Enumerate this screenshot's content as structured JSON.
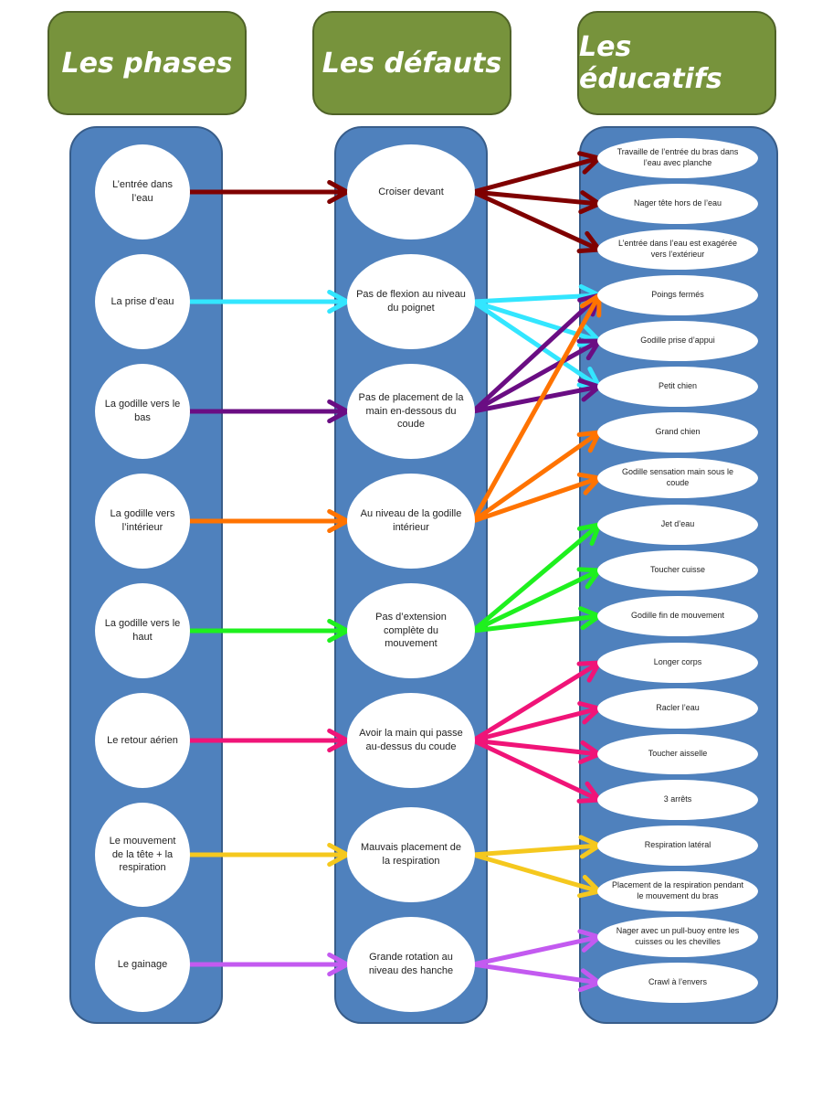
{
  "headers": {
    "phases": "Les phases",
    "defauts": "Les défauts",
    "educatifs": "Les éducatifs"
  },
  "phases": [
    {
      "label": "L’entrée dans l’eau",
      "color": "#7f0000"
    },
    {
      "label": "La prise d’eau",
      "color": "#33e6ff"
    },
    {
      "label": "La godille vers le bas",
      "color": "#6a0d83"
    },
    {
      "label": "La godille vers l’intérieur",
      "color": "#ff7300"
    },
    {
      "label": "La godille vers le haut",
      "color": "#1ef01e"
    },
    {
      "label": "Le retour aérien",
      "color": "#f01478"
    },
    {
      "label": "Le mouvement de la tête + la respiration",
      "color": "#f5c81e"
    },
    {
      "label": "Le gainage",
      "color": "#c35af0"
    }
  ],
  "defauts": [
    {
      "label": "Croiser devant",
      "targets": [
        0,
        1,
        2
      ]
    },
    {
      "label": "Pas de flexion au niveau du poignet",
      "targets": [
        3,
        4,
        5
      ]
    },
    {
      "label": "Pas de placement de la main en-dessous du coude",
      "targets": [
        3,
        4,
        5
      ]
    },
    {
      "label": "Au niveau de la godille intérieur",
      "targets": [
        3,
        6,
        7
      ]
    },
    {
      "label": "Pas d’extension complète du mouvement",
      "targets": [
        8,
        9,
        10
      ]
    },
    {
      "label": "Avoir la main qui passe au-dessus du coude",
      "targets": [
        11,
        12,
        13,
        14
      ]
    },
    {
      "label": "Mauvais placement de la respiration",
      "targets": [
        15,
        16
      ]
    },
    {
      "label": "Grande rotation au niveau des hanche",
      "targets": [
        17,
        18
      ]
    }
  ],
  "educatifs": [
    "Travaille de l’entrée du bras dans l’eau avec planche",
    "Nager tête hors de l’eau",
    "L’entrée dans l’eau est exagérée vers l’extérieur",
    "Poings fermés",
    "Godille prise d’appui",
    "Petit chien",
    "Grand chien",
    "Godille sensation main sous le coude",
    "Jet d’eau",
    "Toucher cuisse",
    "Godille fin de mouvement",
    "Longer corps",
    "Racler l’eau",
    "Toucher aisselle",
    "3 arrêts",
    "Respiration latéral",
    "Placement de la respiration pendant le mouvement du bras",
    "Nager avec un pull-buoy entre les cuisses ou les chevilles",
    "Crawl à l’envers"
  ],
  "colors": {
    "header_fill": "#77933c",
    "column_fill": "#4f81bd",
    "node_fill": "#ffffff"
  }
}
